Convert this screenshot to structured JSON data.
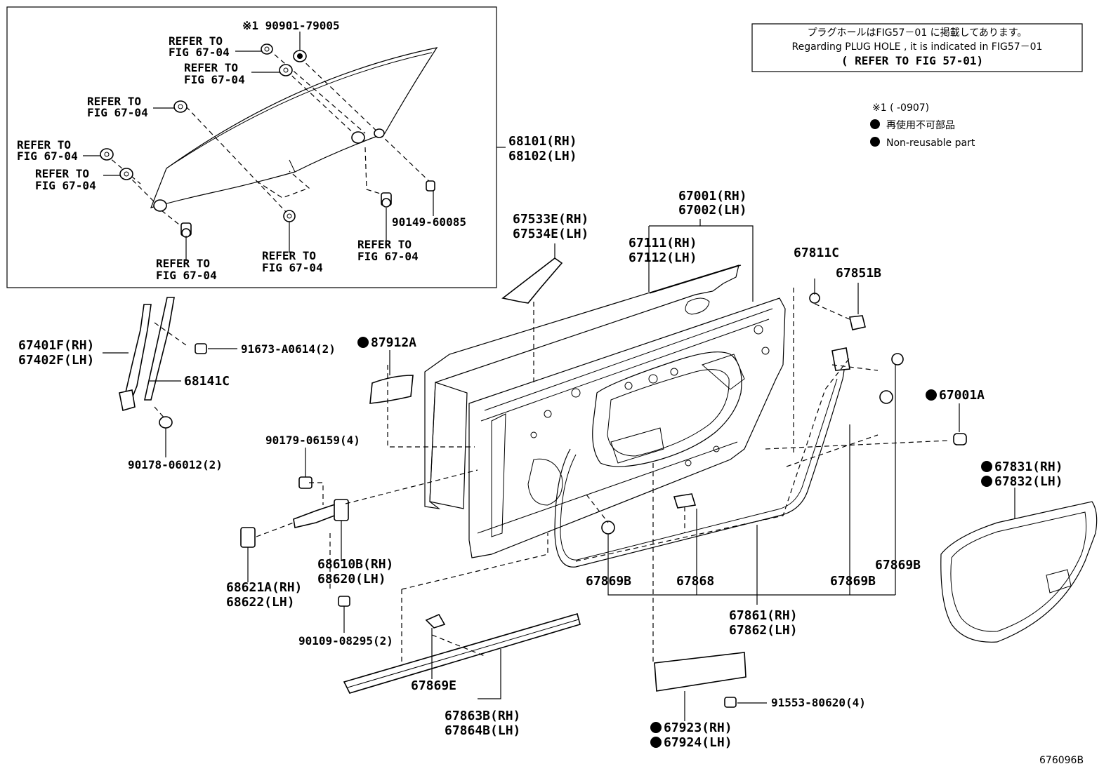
{
  "notes": {
    "line1": "プラグホールはFIG57－01 に掲載してあります。",
    "line2": "Regarding  PLUG HOLE , it is indicated in FIG57－01",
    "line3": "( REFER TO FIG 57-01)"
  },
  "legend": {
    "footnote": "※1 (   -0907)",
    "jp": "再使用不可部品",
    "en": "Non-reusable part"
  },
  "figure_id": "676096B",
  "inset": {
    "refer_to": "REFER TO",
    "fig": "FIG 67-04",
    "bolt_note": "※1 90901-79005",
    "bolt_part": "90149-60085",
    "glass_rh": "68101(RH)",
    "glass_lh": "68102(LH)"
  },
  "parts": {
    "p67001_rh": "67001(RH)",
    "p67002_lh": "67002(LH)",
    "p67111_rh": "67111(RH)",
    "p67112_lh": "67112(LH)",
    "p67533e_rh": "67533E(RH)",
    "p67534e_lh": "67534E(LH)",
    "p67811c": "67811C",
    "p67851b": "67851B",
    "p87912a": "87912A",
    "p67001a": "67001A",
    "p67401f_rh": "67401F(RH)",
    "p67402f_lh": "67402F(LH)",
    "p91673": "91673-A0614(2)",
    "p68141c": "68141C",
    "p90178": "90178-06012(2)",
    "p90179": "90179-06159(4)",
    "p68610b_rh": "68610B(RH)",
    "p68620_lh": "68620(LH)",
    "p68621a_rh": "68621A(RH)",
    "p68622_lh": "68622(LH)",
    "p90109": "90109-08295(2)",
    "p67869e": "67869E",
    "p67863b_rh": "67863B(RH)",
    "p67864b_lh": "67864B(LH)",
    "p67869b": "67869B",
    "p67868": "67868",
    "p67861_rh": "67861(RH)",
    "p67862_lh": "67862(LH)",
    "p67831_rh": "67831(RH)",
    "p67832_lh": "67832(LH)",
    "p91553": "91553-80620(4)",
    "p67923_rh": "67923(RH)",
    "p67924_lh": "67924(LH)"
  }
}
